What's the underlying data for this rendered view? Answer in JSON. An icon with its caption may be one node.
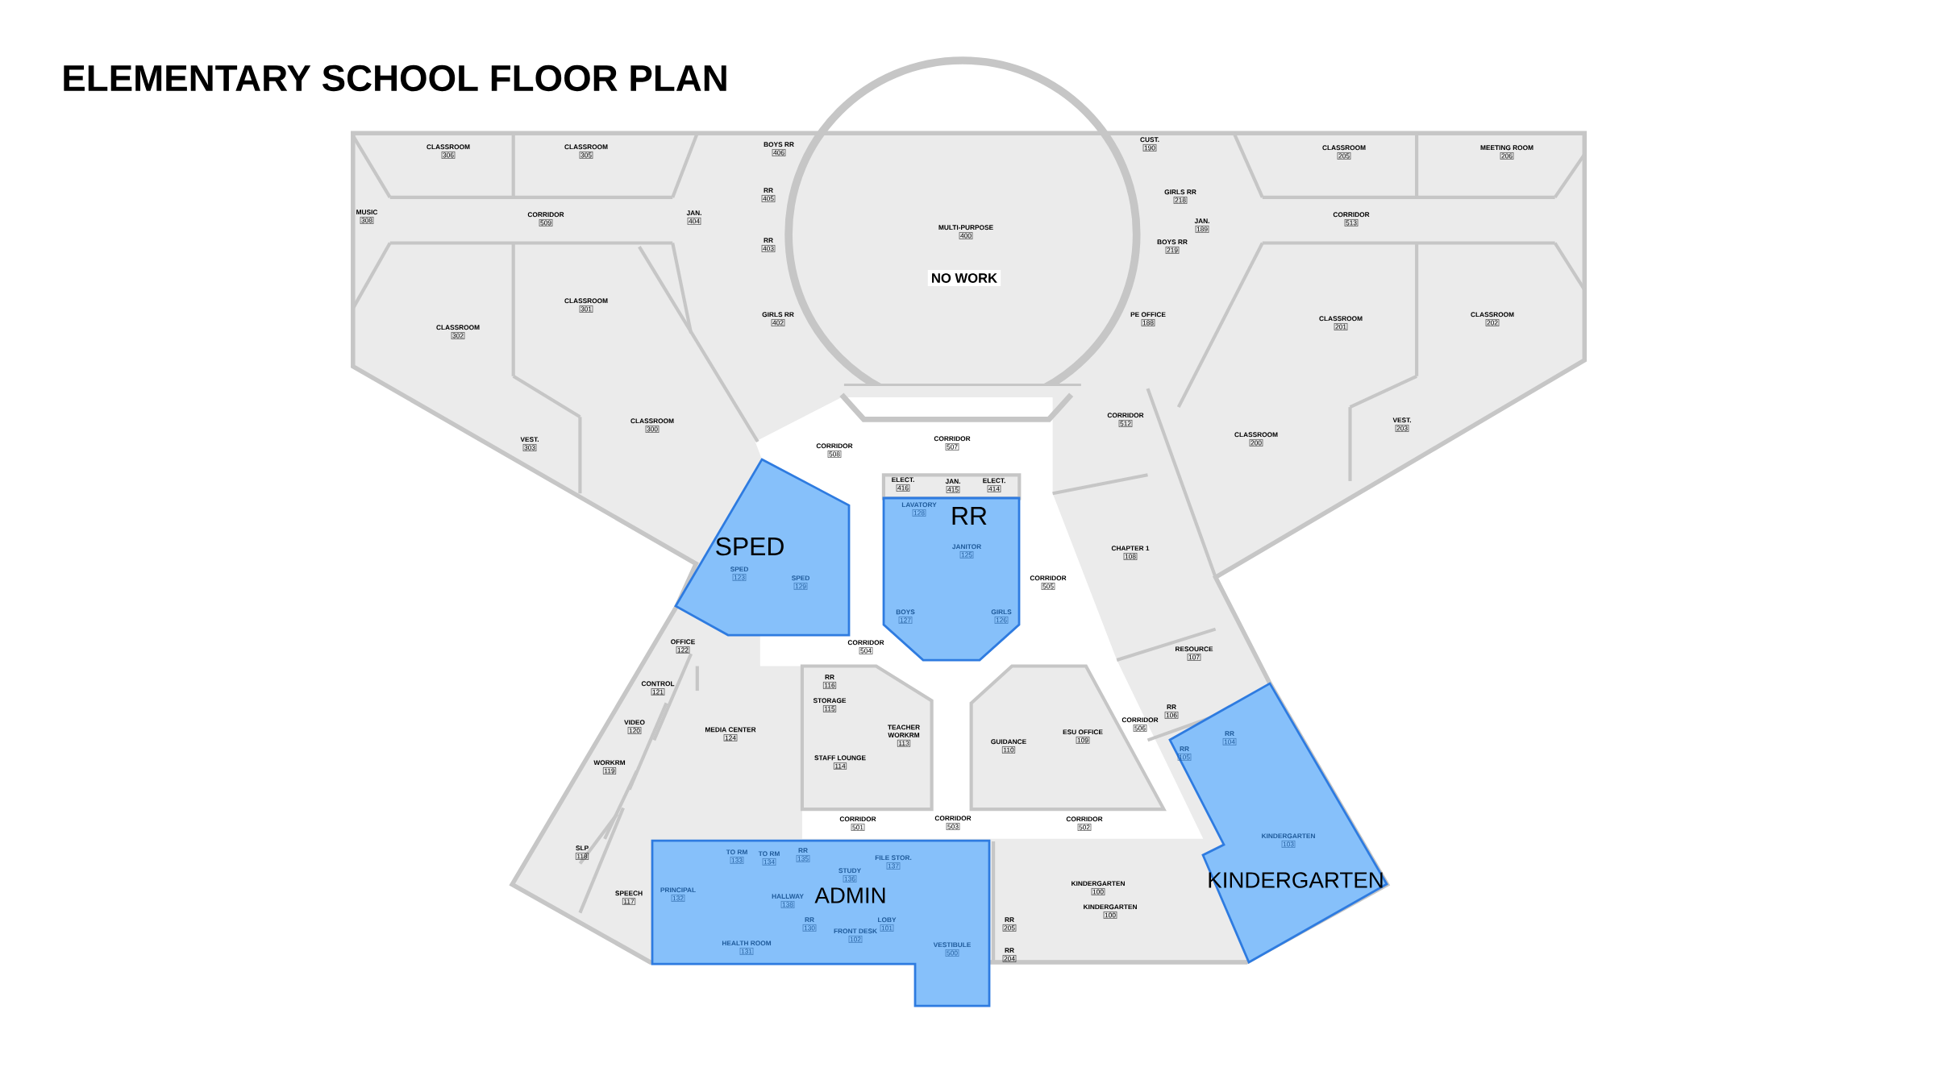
{
  "diagram": {
    "title": "ELEMENTARY SCHOOL FLOOR PLAN",
    "nodes": [
      {
        "text": [
          "CLASSROOM",
          "306"
        ]
      },
      {
        "text": [
          "CLASSROOM",
          "305"
        ]
      },
      {
        "text": [
          "BOYS RR",
          "406"
        ]
      },
      {
        "text": [
          "CUST.",
          "190"
        ]
      },
      {
        "text": [
          "CLASSROOM",
          "205"
        ]
      },
      {
        "text": [
          "MEETING ROOM",
          "206"
        ]
      },
      {
        "text": [
          "RR",
          "405"
        ]
      },
      {
        "text": [
          "GIRLS RR",
          "218"
        ]
      },
      {
        "text": [
          "MUSIC",
          "308"
        ]
      },
      {
        "text": [
          "CORRIDOR",
          "509"
        ]
      },
      {
        "text": [
          "JAN.",
          "404"
        ]
      },
      {
        "text": [
          "MULTI-PURPOSE",
          "400"
        ]
      },
      {
        "text": [
          "JAN.",
          "189"
        ]
      },
      {
        "text": [
          "CORRIDOR",
          "513"
        ]
      },
      {
        "text": [
          "RR",
          "403"
        ]
      },
      {
        "text": [
          "BOYS RR",
          "219"
        ]
      },
      {
        "text": [
          "CLASSROOM",
          "301"
        ]
      },
      {
        "text": [
          "GIRLS RR",
          "402"
        ]
      },
      {
        "text": [
          "PE OFFICE",
          "188"
        ]
      },
      {
        "text": [
          "CLASSROOM",
          "201"
        ]
      },
      {
        "text": [
          "CLASSROOM",
          "202"
        ]
      },
      {
        "text": [
          "CLASSROOM",
          "302"
        ]
      },
      {
        "text": [
          "CLASSROOM",
          "300"
        ]
      },
      {
        "text": [
          "VEST.",
          "303"
        ]
      },
      {
        "text": [
          "CORRIDOR",
          "512"
        ]
      },
      {
        "text": [
          "VEST.",
          "203"
        ]
      },
      {
        "text": [
          "CLASSROOM",
          "200"
        ]
      },
      {
        "text": [
          "CORRIDOR",
          "507"
        ]
      },
      {
        "text": [
          "CORRIDOR",
          "508"
        ]
      },
      {
        "text": [
          "ELECT.",
          "416"
        ]
      },
      {
        "text": [
          "JAN.",
          "415"
        ]
      },
      {
        "text": [
          "ELECT.",
          "414"
        ]
      },
      {
        "text": [
          "SPED"
        ]
      },
      {
        "text": [
          "SPED",
          "123"
        ],
        "in": 32
      },
      {
        "text": [
          "SPED",
          "129"
        ],
        "in": 32
      },
      {
        "text": [
          "RR"
        ]
      },
      {
        "text": [
          "LAVATORY",
          "128"
        ],
        "in": 35
      },
      {
        "text": [
          "JANITOR",
          "125"
        ],
        "in": 35
      },
      {
        "text": [
          "BOYS",
          "127"
        ],
        "in": 35
      },
      {
        "text": [
          "GIRLS",
          "126"
        ],
        "in": 35
      },
      {
        "text": [
          "CHAPTER 1",
          "108"
        ]
      },
      {
        "text": [
          "CORRIDOR",
          "504"
        ]
      },
      {
        "text": [
          "CORRIDOR",
          "505"
        ]
      },
      {
        "text": [
          "OFFICE",
          "122"
        ]
      },
      {
        "text": [
          "RESOURCE",
          "107"
        ]
      },
      {
        "text": [
          "RR",
          "116"
        ]
      },
      {
        "text": [
          "CONTROL",
          "121"
        ]
      },
      {
        "text": [
          "STORAGE",
          "115"
        ]
      },
      {
        "text": [
          "RR",
          "106"
        ]
      },
      {
        "text": [
          "CORRIDOR",
          "506"
        ]
      },
      {
        "text": [
          "VIDEO",
          "120"
        ]
      },
      {
        "text": [
          "MEDIA CENTER",
          "124"
        ]
      },
      {
        "text": [
          "TEACHER WORKRM",
          "113"
        ]
      },
      {
        "text": [
          "ESU OFFICE",
          "109"
        ]
      },
      {
        "text": [
          "GUIDANCE",
          "110"
        ]
      },
      {
        "text": [
          "KINDERGARTEN"
        ]
      },
      {
        "text": [
          "RR",
          "104"
        ],
        "in": 55
      },
      {
        "text": [
          "RR",
          "105"
        ],
        "in": 55
      },
      {
        "text": [
          "KINDERGARTEN",
          "103"
        ],
        "in": 55
      },
      {
        "text": [
          "STAFF LOUNGE",
          "114"
        ]
      },
      {
        "text": [
          "WORKRM",
          "119"
        ]
      },
      {
        "text": [
          "CORRIDOR",
          "501"
        ]
      },
      {
        "text": [
          "CORRIDOR",
          "503"
        ]
      },
      {
        "text": [
          "CORRIDOR",
          "502"
        ]
      },
      {
        "text": [
          "SLP",
          "118"
        ]
      },
      {
        "text": [
          "ADMIN"
        ]
      },
      {
        "text": [
          "TO RM",
          "133"
        ],
        "in": 65
      },
      {
        "text": [
          "TO RM",
          "134"
        ],
        "in": 65
      },
      {
        "text": [
          "RR",
          "135"
        ],
        "in": 65
      },
      {
        "text": [
          "FILE STOR.",
          "137"
        ],
        "in": 65
      },
      {
        "text": [
          "STUDY",
          "136"
        ],
        "in": 65
      },
      {
        "text": [
          "PRINCIPAL",
          "132"
        ],
        "in": 65
      },
      {
        "text": [
          "HALLWAY",
          "138"
        ],
        "in": 65
      },
      {
        "text": [
          "RR",
          "130"
        ],
        "in": 65
      },
      {
        "text": [
          "LOBY",
          "101"
        ],
        "in": 65
      },
      {
        "text": [
          "FRONT DESK",
          "102"
        ],
        "in": 65
      },
      {
        "text": [
          "HEALTH ROOM",
          "131"
        ],
        "in": 65
      },
      {
        "text": [
          "VESTIBULE",
          "500"
        ],
        "in": 65
      },
      {
        "text": [
          "KINDERGARTEN",
          "100"
        ]
      },
      {
        "text": [
          "KINDERGARTEN",
          "100"
        ]
      },
      {
        "text": [
          "RR",
          "205"
        ]
      },
      {
        "text": [
          "RR",
          "204"
        ]
      },
      {
        "text": [
          "SPEECH",
          "117"
        ]
      }
    ],
    "labels": [
      "NO WORK"
    ]
  }
}
